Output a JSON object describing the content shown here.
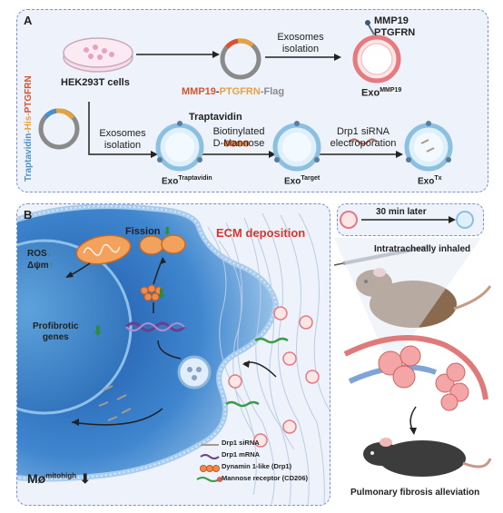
{
  "panel_a": {
    "label": "A",
    "cell_label": "HEK293T cells",
    "plasmid_parts": [
      {
        "text": "MMP19",
        "color": "#d9532c"
      },
      {
        "text": "-",
        "color": "#333333"
      },
      {
        "text": "PTGFRN",
        "color": "#e6a23c"
      },
      {
        "text": "-Flag",
        "color": "#8a8a8a"
      }
    ],
    "vertical_parts": [
      {
        "text": "Traptavidin",
        "color": "#4a90c8"
      },
      {
        "text": "-His-",
        "color": "#e6a23c"
      },
      {
        "text": "PTGFRN",
        "color": "#d9532c"
      }
    ],
    "iso1_line1": "Exosomes",
    "iso1_line2": "isolation",
    "mmp19": "MMP19",
    "ptgfrn": "PTGFRN",
    "exo1_base": "Exo",
    "exo1_sup": "MMP19",
    "iso2_line1": "Exosomes",
    "iso2_line2": "isolation",
    "traptavidin": "Traptavidin",
    "bio_line1": "Biotinylated",
    "bio_line2": "D-Mannose",
    "drp1_line1": "Drp1 siRNA",
    "drp1_line2": "electroporation",
    "exo2_base": "Exo",
    "exo2_sup": "Traptavidin",
    "exo3_base": "Exo",
    "exo3_sup": "Target",
    "exo4_base": "Exo",
    "exo4_sup": "Tx"
  },
  "panel_b": {
    "label": "B",
    "fission": "Fission",
    "ecm": "ECM deposition",
    "ros": "ROS",
    "dpsi": "Δψm",
    "profibrotic_line1": "Profibrotic",
    "profibrotic_line2": "genes",
    "mphi_base": "Mø",
    "mphi_sup": "mitohigh",
    "legend": [
      "Drp1 siRNA",
      "Drp1 mRNA",
      "Dynamin 1-like (Drp1)",
      "Mannose receptor (CD206)"
    ]
  },
  "panel_c": {
    "later": "30 min later",
    "inhaled": "Intratracheally inhaled",
    "alleviation": "Pulmonary fibrosis alleviation"
  },
  "colors": {
    "panel_bg": "#eef2fb",
    "panel_border": "#7b8fd0",
    "membrane": "#9cc3e6",
    "cell_body": "#2a5fa8",
    "ecm_title": "#d9362c",
    "arrow_down": "#2e8b3e"
  }
}
